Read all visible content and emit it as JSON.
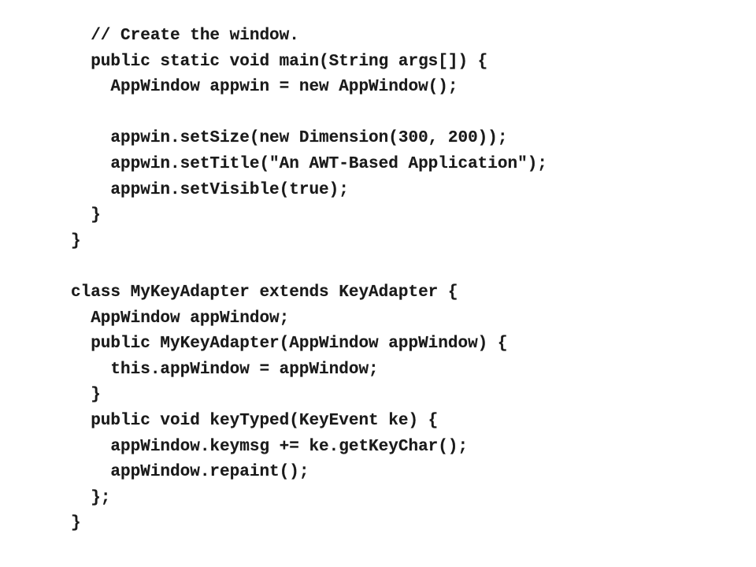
{
  "code": {
    "lines": [
      "  // Create the window.",
      "  public static void main(String args[]) {",
      "    AppWindow appwin = new AppWindow();",
      "",
      "    appwin.setSize(new Dimension(300, 200));",
      "    appwin.setTitle(\"An AWT-Based Application\");",
      "    appwin.setVisible(true);",
      "  }",
      "}",
      "",
      "class MyKeyAdapter extends KeyAdapter {",
      "  AppWindow appWindow;",
      "  public MyKeyAdapter(AppWindow appWindow) {",
      "    this.appWindow = appWindow;",
      "  }",
      "  public void keyTyped(KeyEvent ke) {",
      "    appWindow.keymsg += ke.getKeyChar();",
      "    appWindow.repaint();",
      "  };",
      "}"
    ]
  }
}
